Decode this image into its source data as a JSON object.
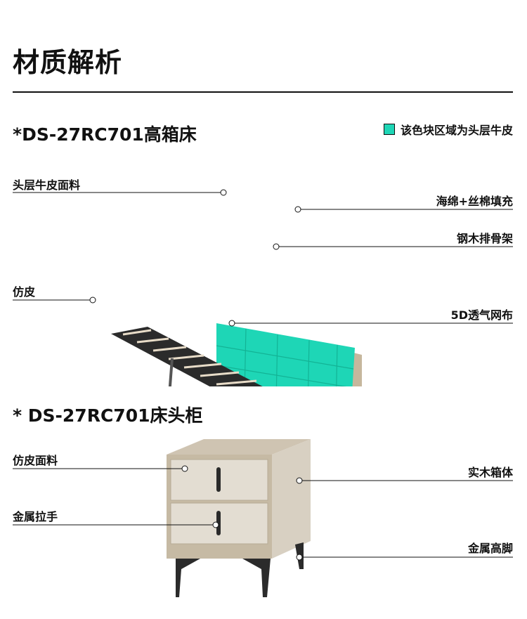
{
  "page_title": "材质解析",
  "bed": {
    "heading": "*DS-27RC701高箱床",
    "legend_text": "该色块区域为头层牛皮",
    "legend_color": "#1ed6b6",
    "labels": {
      "headboard_leather": "头层牛皮面料",
      "faux_leather": "仿皮",
      "sponge": "海绵+丝棉填充",
      "steel_frame": "钢木排骨架",
      "mesh": "5D透气网布"
    }
  },
  "nightstand": {
    "heading": "* DS-27RC701床头柜",
    "labels": {
      "faux_leather_fabric": "仿皮面料",
      "metal_handle": "金属拉手",
      "solid_wood": "实木箱体",
      "metal_legs": "金属高脚"
    }
  }
}
